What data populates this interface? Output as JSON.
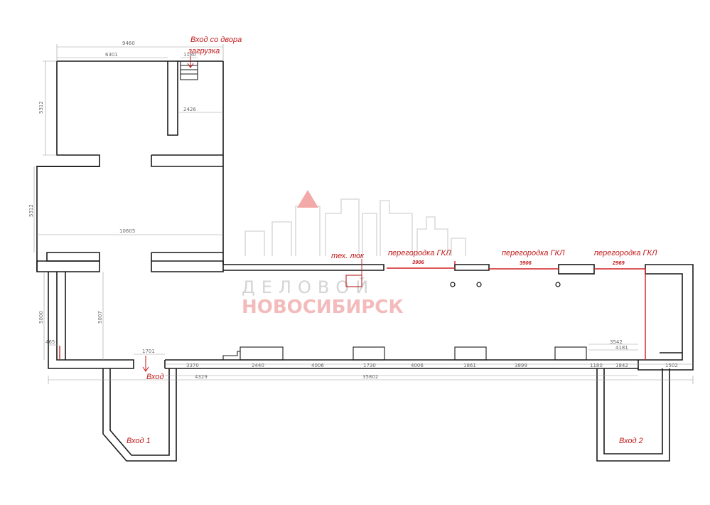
{
  "labels": {
    "entry_yard": "Вход со двора",
    "loading": "загрузка",
    "entry_small": "Вход",
    "entry_1": "Вход 1",
    "entry_2": "Вход 2",
    "hatch": "тех. люк",
    "partition_1": "перегородка  ГКЛ",
    "partition_2": "перегородка  ГКЛ",
    "partition_3": "перегородка  ГКЛ"
  },
  "red_dims": {
    "p1": "3906",
    "p2": "3906",
    "p3": "2969"
  },
  "dims": {
    "top_9460": "9460",
    "top_6301": "6301",
    "top_1180": "1180",
    "r_2426": "2426",
    "l_5312_top": "5312",
    "l_5312_mid": "5312",
    "w_10605": "10605",
    "l_5000": "5000",
    "l_5007": "5007",
    "l_465": "465",
    "d_1701": "1701",
    "b_3370": "3370",
    "b_2440": "2440",
    "b_4006a": "4006",
    "b_1730": "1730",
    "b_4006b": "4006",
    "b_1861": "1861",
    "b_3899": "3899",
    "b_1180": "1180",
    "b_4329": "4329",
    "b_35802": "35802",
    "r_3542": "3542",
    "r_4181": "4181",
    "r_1842": "1842",
    "r_1502": "1502"
  },
  "watermark": {
    "line1": "ДЕЛОВОЙ",
    "line2": "НОВОСИБИРСК"
  }
}
